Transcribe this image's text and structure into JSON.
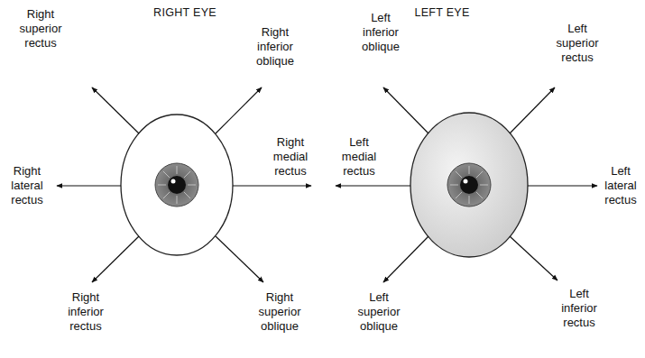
{
  "diagram": {
    "labels": [
      "RIGHT EYE",
      "LEFT EYE",
      "Right superior rectus",
      "Right inferior oblique",
      "Right lateral rectus",
      "Right medial rectus",
      "Right inferior rectus",
      "Right superior oblique",
      "Left inferior oblique",
      "Left superior rectus",
      "Left medial rectus",
      "Left lateral rectus",
      "Left superior oblique",
      "Left inferior rectus"
    ]
  }
}
